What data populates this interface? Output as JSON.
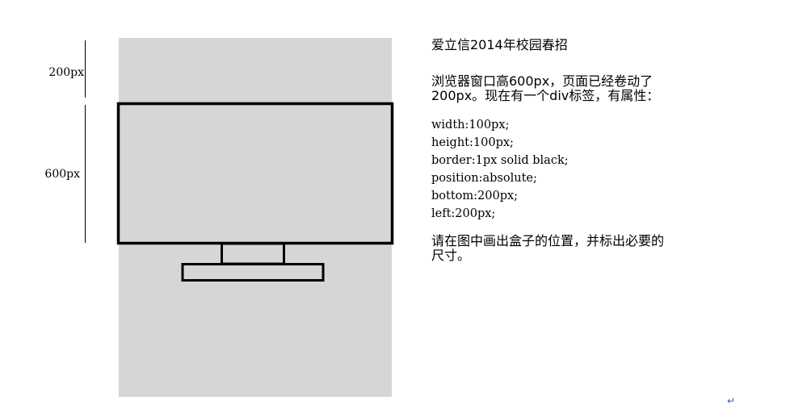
{
  "dimensions": {
    "scroll_offset_label": "200px",
    "viewport_height_label": "600px"
  },
  "question": {
    "title": "爱立信2014年校园春招",
    "description_line_1": "浏览器窗口高600px，页面已经卷动了",
    "description_line_2": "200px。现在有一个div标签，有属性：",
    "css_properties": [
      "width:100px;",
      "height:100px;",
      "border:1px solid black;",
      "position:absolute;",
      "bottom:200px;",
      "left:200px;"
    ],
    "instruction_line_1": "请在图中画出盒子的位置，并标出必要的",
    "instruction_line_2": "尺寸。"
  },
  "colors": {
    "page_background": "#d6d6d6",
    "outline": "#000000",
    "return_mark": "#3a5fcd"
  },
  "return_mark_glyph": "↵"
}
